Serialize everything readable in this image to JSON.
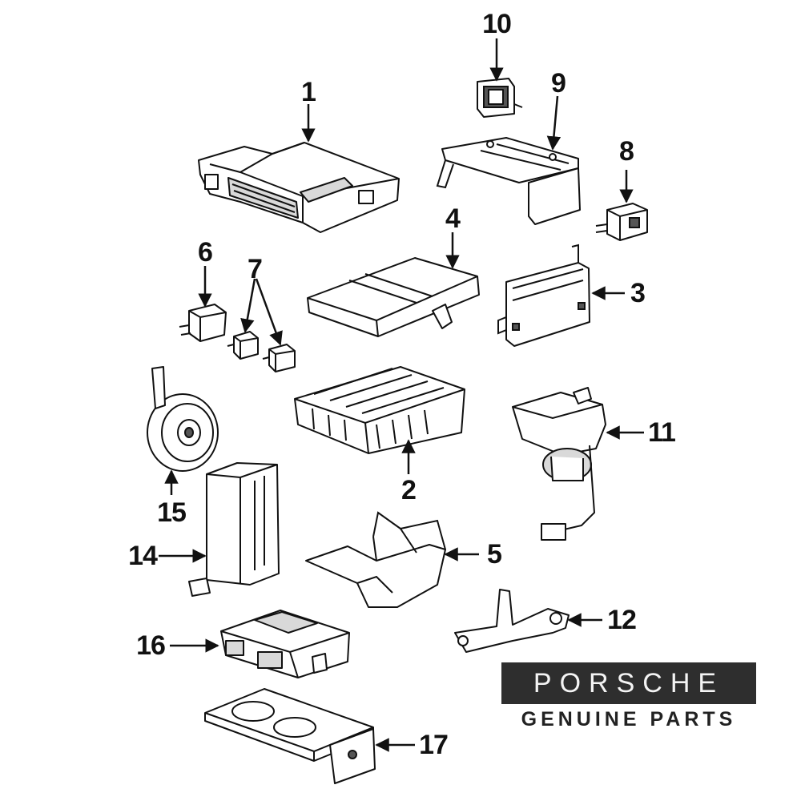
{
  "labels": {
    "l1": "1",
    "l2": "2",
    "l3": "3",
    "l4": "4",
    "l5": "5",
    "l6": "6",
    "l7": "7",
    "l8": "8",
    "l9": "9",
    "l10": "10",
    "l11": "11",
    "l12": "12",
    "l14": "14",
    "l15": "15",
    "l16": "16",
    "l17": "17"
  },
  "brand": {
    "name": "PORSCHE",
    "tagline": "GENUINE PARTS"
  }
}
